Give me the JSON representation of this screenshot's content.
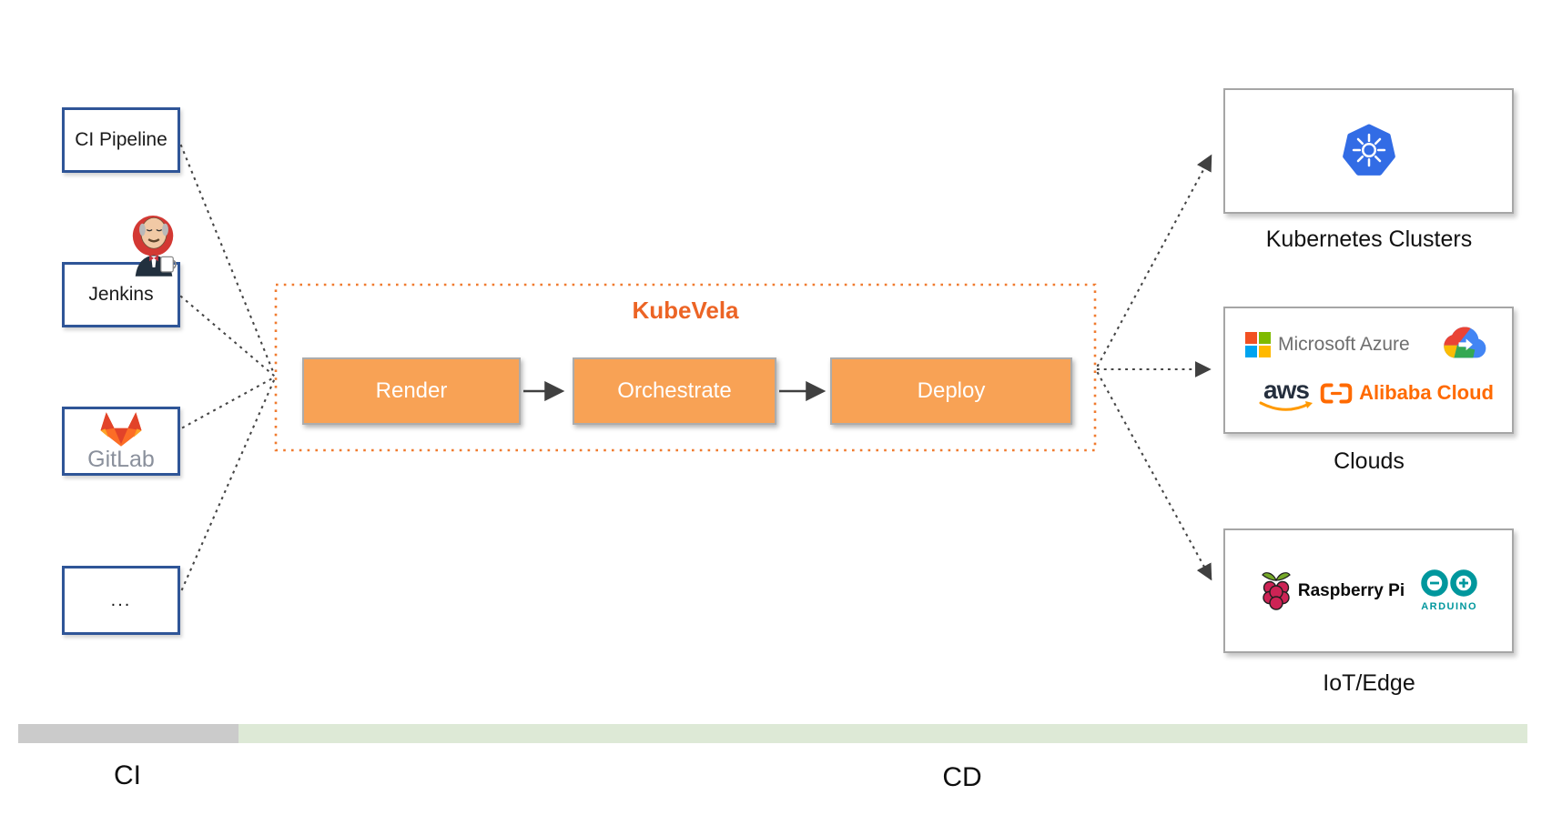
{
  "sources": {
    "ci_pipeline": "CI Pipeline",
    "jenkins": "Jenkins",
    "gitlab": "GitLab",
    "more": "..."
  },
  "kubevela": {
    "title": "KubeVela",
    "steps": {
      "render": "Render",
      "orchestrate": "Orchestrate",
      "deploy": "Deploy"
    }
  },
  "targets": {
    "kubernetes": {
      "label": "Kubernetes Clusters"
    },
    "clouds": {
      "label": "Clouds",
      "azure": "Microsoft Azure",
      "aws": "aws",
      "alibaba": "Alibaba Cloud"
    },
    "iot": {
      "label": "IoT/Edge",
      "raspberry": "Raspberry Pi",
      "arduino": "ARDUINO"
    }
  },
  "footer": {
    "ci": "CI",
    "cd": "CD"
  },
  "colors": {
    "step_fill": "#F8A255",
    "kubevela_border": "#F07B2F",
    "kubevela_title": "#EC6425",
    "source_border": "#2F5597",
    "connector": "#454545",
    "ci_bar": "#CBCBCB",
    "cd_bar": "#DDE9D6",
    "kubernetes_blue": "#326CE5",
    "gitlab_orange": "#FC6D26",
    "jenkins_red": "#D33833",
    "arduino_teal": "#00979D",
    "alibaba_orange": "#FF6A00",
    "aws_orange": "#FF9900",
    "raspberry_red": "#C7053D"
  }
}
